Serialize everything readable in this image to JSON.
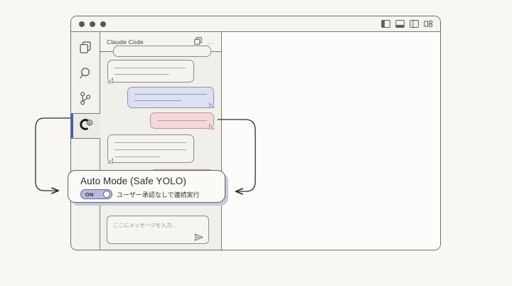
{
  "window": {
    "traffic_lights": [
      "close",
      "minimize",
      "maximize"
    ],
    "layout_icons": [
      {
        "name": "toggle-primary-sidebar-icon"
      },
      {
        "name": "toggle-panel-icon"
      },
      {
        "name": "toggle-secondary-sidebar-icon"
      },
      {
        "name": "customize-layout-icon"
      }
    ]
  },
  "activity_bar": {
    "items": [
      {
        "name": "explorer",
        "icon": "files-icon",
        "active": false
      },
      {
        "name": "search",
        "icon": "search-icon",
        "active": false
      },
      {
        "name": "source-control",
        "icon": "source-control-branch-icon",
        "active": false
      },
      {
        "name": "claude",
        "icon": "claude-brain-icon",
        "active": true
      }
    ]
  },
  "chat": {
    "title": "Claude Code",
    "header_icons": [
      {
        "name": "new-chat-copy-icon",
        "glyph": "copy"
      },
      {
        "name": "more-options-icon",
        "glyph": "..."
      }
    ],
    "messages": [
      {
        "role": "assistant",
        "lines": 1,
        "clipped": true
      },
      {
        "role": "assistant",
        "lines": 2
      },
      {
        "role": "user",
        "lines": 2
      },
      {
        "role": "assistant",
        "lines": 1
      },
      {
        "role": "assistant",
        "lines": 3
      },
      {
        "role": "user",
        "lines": 1,
        "clipped": true
      }
    ],
    "composer": {
      "placeholder": "ここにメッセージを入力...",
      "send_icon": "send-paper-plane-icon"
    }
  },
  "callout": {
    "title": "Auto Mode (Safe YOLO)",
    "toggle": {
      "state_label": "ON",
      "enabled": true
    },
    "description": "ユーザー承認なしで連続実行"
  },
  "annotations": {
    "left_arrow": "arrow-from-claude-sidebar-to-callout",
    "right_arrow": "arrow-from-chat-panel-to-callout"
  },
  "colors": {
    "page_background": "#f8f7f3",
    "window_background": "#fbfaf7",
    "panel_background": "#f0efe9",
    "user_bubble": "#dde0f1",
    "assistant_bubble": "#f4d8da",
    "neutral_bubble": "#f4f3ee",
    "accent_active": "#3d5fc4",
    "toggle_on": "#b7bade",
    "callout_shadow": "#c8c8e0",
    "stroke": "#6f6f6a"
  }
}
